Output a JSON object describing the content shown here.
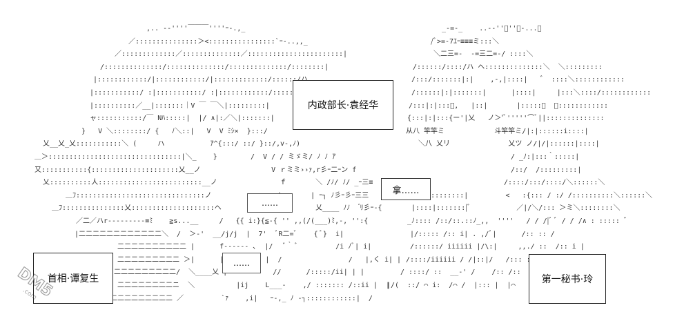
{
  "captions": {
    "interior_minister": "内政部长·袁经华",
    "prime_minister": "首相·谭复生",
    "first_secretary": "第一秘书·玲"
  },
  "speech": {
    "center_left": "……",
    "center_top": "……",
    "right": "拿……"
  },
  "watermark": {
    "text": "DM5.com",
    "icon": "dm5-site-logo"
  },
  "colors": {
    "background": "#ffffff",
    "ink": "#333333"
  }
}
